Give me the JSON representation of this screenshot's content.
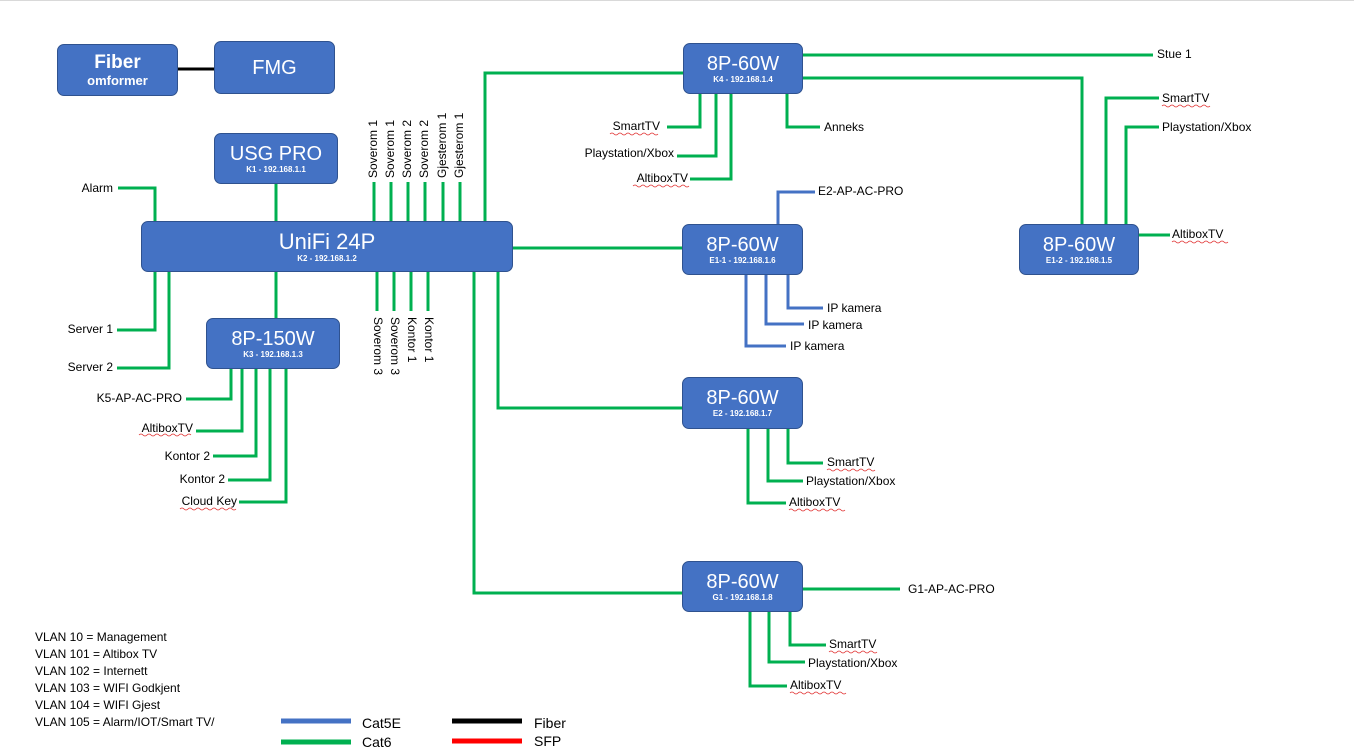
{
  "colors": {
    "cat5e": "#4472c4",
    "cat6": "#00b050",
    "fiber": "#000000",
    "sfp": "#ff0000",
    "device": "#4472c4"
  },
  "devices": {
    "fiber_converter": {
      "line1": "Fiber",
      "line2": "omformer"
    },
    "fmg": {
      "name": "FMG"
    },
    "usg": {
      "name": "USG PRO",
      "ip": "K1 - 192.168.1.1"
    },
    "unifi": {
      "name": "UniFi 24P",
      "ip": "K2 - 192.168.1.2"
    },
    "k3": {
      "name": "8P-150W",
      "ip": "K3 - 192.168.1.3"
    },
    "k4": {
      "name": "8P-60W",
      "ip": "K4 - 192.168.1.4"
    },
    "e11": {
      "name": "8P-60W",
      "ip": "E1-1 - 192.168.1.6"
    },
    "e12": {
      "name": "8P-60W",
      "ip": "E1-2 - 192.168.1.5"
    },
    "e2": {
      "name": "8P-60W",
      "ip": "E2 - 192.168.1.7"
    },
    "g1": {
      "name": "8P-60W",
      "ip": "G1 - 192.168.1.8"
    }
  },
  "labels": {
    "alarm": "Alarm",
    "server1": "Server 1",
    "server2": "Server 2",
    "k3": [
      "K5-AP-AC-PRO",
      "AltiboxTV",
      "Kontor 2",
      "Kontor 2",
      "Cloud Key"
    ],
    "top_ports": [
      "Soverom 1",
      "Soverom 1",
      "Soverom 2",
      "Soverom 2",
      "Gjesterom 1",
      "Gjesterom 1"
    ],
    "bottom_ports": [
      "Soverom 3",
      "Soverom 3",
      "Kontor 1",
      "Kontor 1"
    ],
    "k4": {
      "stue": "Stue 1",
      "smarttv": "SmartTV",
      "playstation": "Playstation/Xbox",
      "altibox": "AltiboxTV",
      "anneks": "Anneks"
    },
    "e12": {
      "smarttv": "SmartTV",
      "playstation": "Playstation/Xbox",
      "altibox": "AltiboxTV"
    },
    "e11": {
      "ap": "E2-AP-AC-PRO",
      "cam1": "IP kamera",
      "cam2": "IP kamera",
      "cam3": "IP kamera"
    },
    "e2": {
      "smarttv": "SmartTV",
      "playstation": "Playstation/Xbox",
      "altibox": "AltiboxTV"
    },
    "g1": {
      "ap": "G1-AP-AC-PRO",
      "smarttv": "SmartTV",
      "playstation": "Playstation/Xbox",
      "altibox": "AltiboxTV"
    }
  },
  "vlans": [
    "VLAN 10 = Management",
    "VLAN 101 = Altibox TV",
    "VLAN 102 = Internett",
    "VLAN 103 = WIFI Godkjent",
    "VLAN 104 = WIFI Gjest",
    "VLAN 105 = Alarm/IOT/Smart TV/"
  ],
  "legend": {
    "cat5e": "Cat5E",
    "cat6": "Cat6",
    "fiber": "Fiber",
    "sfp": "SFP"
  }
}
